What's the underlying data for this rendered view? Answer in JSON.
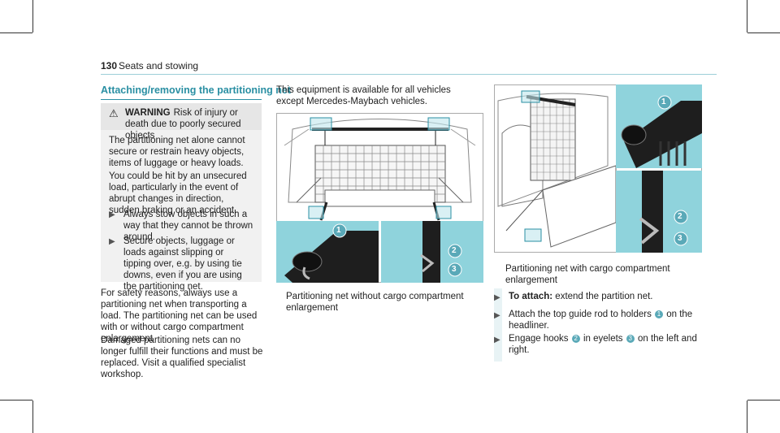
{
  "header": {
    "page_number": "130",
    "section": "Seats and stowing"
  },
  "section_title": "Attaching/removing the partitioning net",
  "warning": {
    "label": "WARNING",
    "headline": "Risk of injury or death due to poorly secured objects",
    "body": "The partitioning net alone cannot secure or restrain heavy objects, items of luggage or heavy loads.",
    "body2": "You could be hit by an unsecured load, particularly in the event of abrupt changes in direction, sudden braking or an accident.",
    "bullets": [
      "Always stow objects in such a way that they cannot be thrown around.",
      "Secure objects, luggage or loads against slipping or tipping over, e.g. by using tie downs, even if you are using the partitioning net."
    ]
  },
  "col1": {
    "p1": "For safety reasons, always use a partitioning net when transporting a load. The partitioning net can be used with or without cargo compartment enlargement",
    "p2": "Damaged partitioning nets can no longer fulfill their functions and must be replaced. Visit a qualified specialist workshop."
  },
  "col2": {
    "intro": "This equipment is available for all vehicles except Mercedes-Maybach vehicles.",
    "caption": "Partitioning net without cargo compartment enlargement"
  },
  "col3": {
    "caption": "Partitioning net with cargo compartment enlargement",
    "steps": [
      {
        "lead": "To attach:",
        "text": "extend the partition net."
      },
      {
        "lead": "",
        "text": "Attach the top guide rod to holders",
        "badge": "1",
        "tail": "on the headliner."
      },
      {
        "lead": "",
        "text": "Engage hooks",
        "badge": "2",
        "mid": "in eyelets",
        "badge2": "3",
        "tail": "on the left and right."
      }
    ]
  },
  "callouts": {
    "c1": "1",
    "c2": "2",
    "c3": "3"
  },
  "colors": {
    "accent": "#2a8fa3",
    "figure_bg": "#ffffff",
    "detail_bg": "#8fd3dc"
  },
  "icons": {
    "warning": "warning-triangle-icon",
    "bullet": "play-arrow-icon"
  }
}
